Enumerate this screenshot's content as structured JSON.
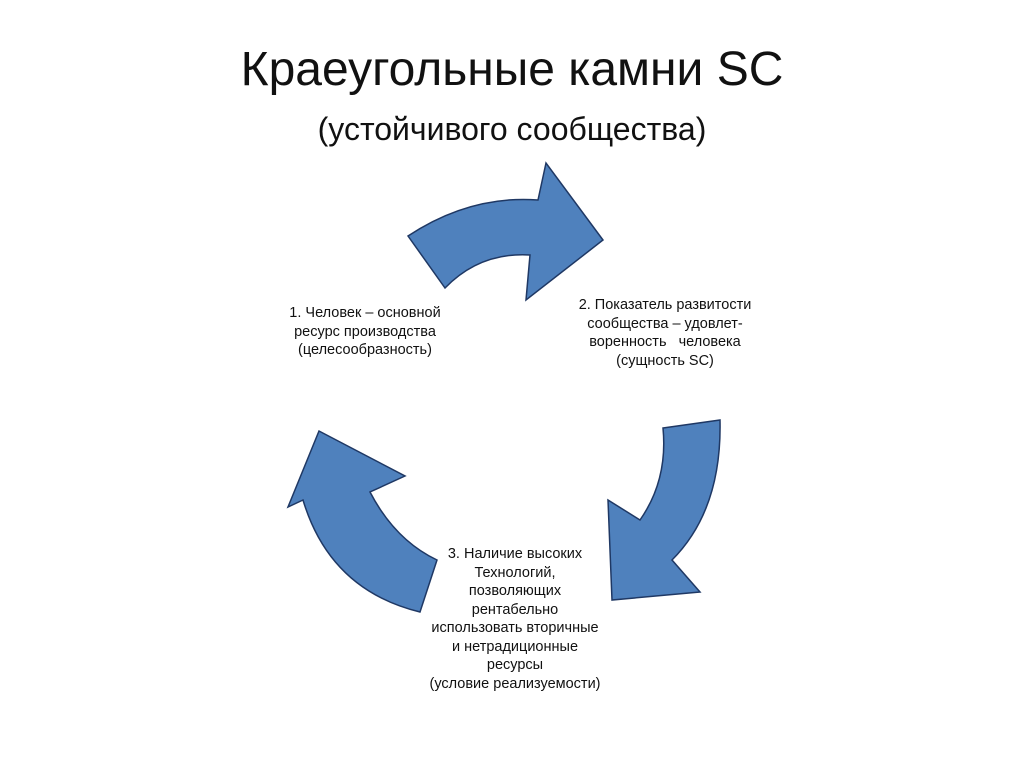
{
  "slide": {
    "title": "Краеугольные камни SC",
    "subtitle": "(устойчивого сообщества)"
  },
  "colors": {
    "arrow_fill": "#4F81BD",
    "arrow_stroke": "#1F3864",
    "text": "#111111",
    "background": "#FFFFFF"
  },
  "cycle": {
    "nodes": [
      {
        "id": "node1",
        "lines": [
          "1. Человек – основной",
          "ресурс производства",
          "(целесообразность)"
        ]
      },
      {
        "id": "node2",
        "lines": [
          "2. Показатель развитости",
          "сообщества – удовлет-",
          "воренность   человека",
          "(сущность SC)"
        ]
      },
      {
        "id": "node3",
        "lines": [
          "3. Наличие высоких",
          "Технологий,",
          "позволяющих",
          "рентабельно",
          "использовать вторичные",
          "и нетрадиционные",
          "ресурсы",
          "(условие реализуемости)"
        ]
      }
    ],
    "arrows": [
      {
        "name": "arrow-1-to-2-icon"
      },
      {
        "name": "arrow-2-to-3-icon"
      },
      {
        "name": "arrow-3-to-1-icon"
      }
    ]
  }
}
